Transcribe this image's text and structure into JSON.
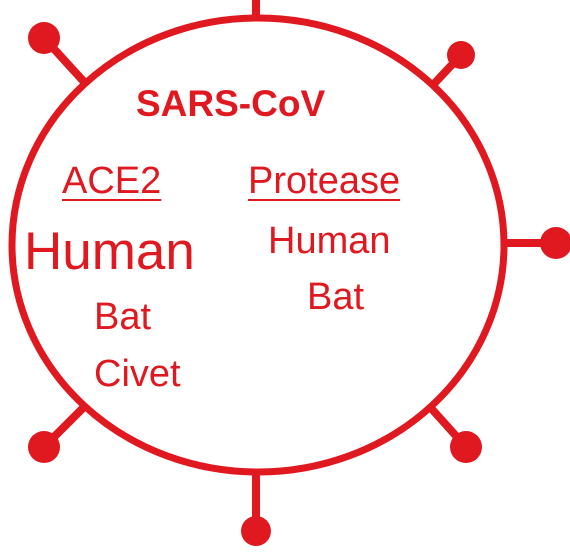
{
  "colors": {
    "virus": "#e0181f",
    "background": "#ffffff"
  },
  "virus": {
    "name": "SARS-CoV"
  },
  "columns": [
    {
      "heading": "ACE2",
      "items": [
        "Human",
        "Bat",
        "Civet"
      ]
    },
    {
      "heading": "Protease",
      "items": [
        "Human",
        "Bat"
      ]
    }
  ]
}
